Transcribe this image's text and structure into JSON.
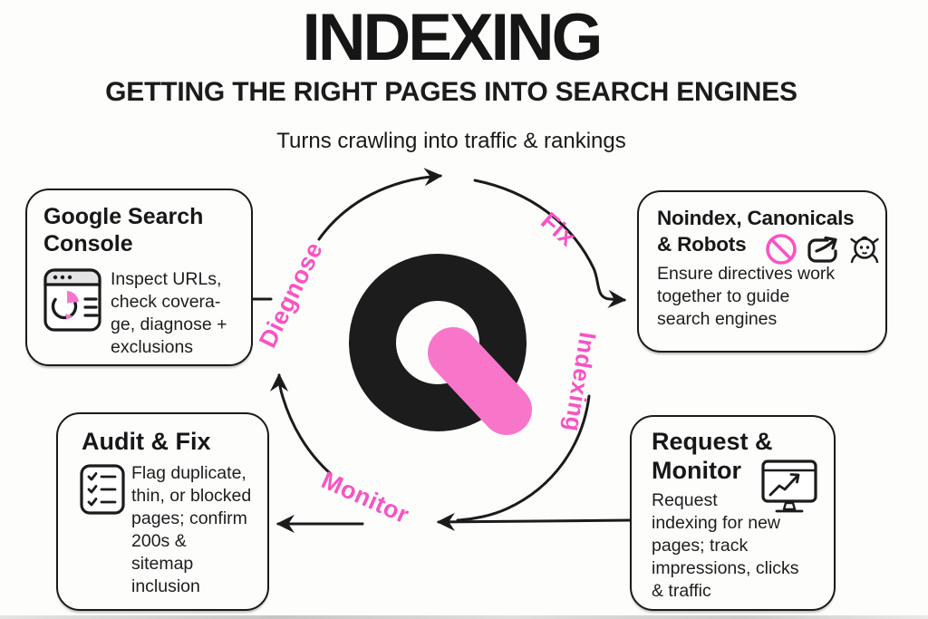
{
  "header": {
    "title": "INDEXING",
    "subtitle": "GETTING THE RIGHT PAGES INTO SEARCH ENGINES",
    "tagline": "Turns crawling into traffic & rankings"
  },
  "cycle": {
    "stage_labels": {
      "diagnose": "Diegnose",
      "fix": "Fix",
      "indexing": "Indexing",
      "monitor": "Monitor"
    },
    "center_logo_icon": "q-ring-with-pink-pill-logo"
  },
  "cards": {
    "gsc": {
      "title": "Google Search\nConsole",
      "body": "Inspect URLs,\ncheck covera-\nge, diagnose +\nexclusions",
      "icon": "browser-pie-chart-icon"
    },
    "noindex": {
      "title": "Noindex, Canonicals\n& Robots",
      "body": "Ensure directives work\ntogether to guide\nsearch engines",
      "icons": [
        "no-entry-icon",
        "external-link-icon",
        "robot-crawler-icon"
      ]
    },
    "audit": {
      "title": "Audit & Fix",
      "body": "Flag duplicate,\nthin, or blocked\npages; confirm\n200s &\nsitemap\ninclusion",
      "icon": "checklist-icon"
    },
    "request": {
      "title": "Request &\nMonitor",
      "body": "Request\nindexing for new\npages; track\nimpressions, clicks\n& traffic",
      "icon": "monitor-chart-icon"
    }
  },
  "colors": {
    "ink": "#1b1b1b",
    "accent_pink": "#f853c4",
    "logo_pink": "#f876ca",
    "background": "#fdfdfc"
  }
}
